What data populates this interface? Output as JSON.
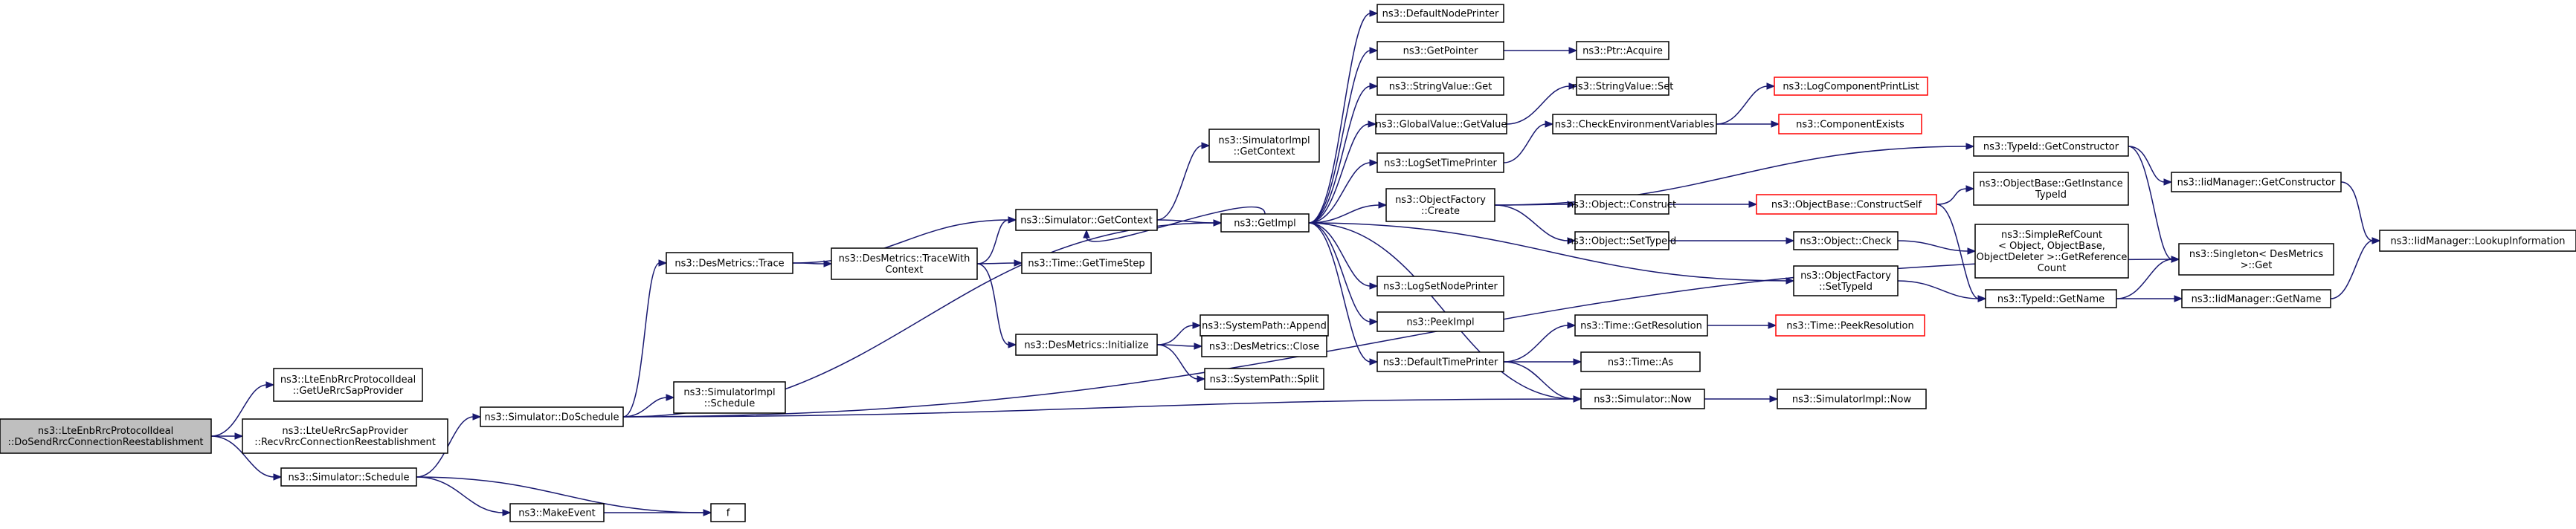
{
  "diagram": {
    "nodes": [
      {
        "id": "root",
        "lines": [
          "ns3::LteEnbRrcProtocolIdeal",
          "::DoSendRrcConnectionReestablishment"
        ],
        "style": "root"
      },
      {
        "id": "getUeRrcSap",
        "lines": [
          "ns3::LteEnbRrcProtocolIdeal",
          "::GetUeRrcSapProvider"
        ]
      },
      {
        "id": "recvRrc",
        "lines": [
          "ns3::LteUeRrcSapProvider",
          "::RecvRrcConnectionReestablishment"
        ]
      },
      {
        "id": "schedule",
        "lines": [
          "ns3::Simulator::Schedule"
        ]
      },
      {
        "id": "doSchedule",
        "lines": [
          "ns3::Simulator::DoSchedule"
        ]
      },
      {
        "id": "makeEvent",
        "lines": [
          "ns3::MakeEvent"
        ]
      },
      {
        "id": "f",
        "lines": [
          "f"
        ]
      },
      {
        "id": "trace",
        "lines": [
          "ns3::DesMetrics::Trace"
        ]
      },
      {
        "id": "simImplSchedule",
        "lines": [
          "ns3::SimulatorImpl",
          "::Schedule"
        ]
      },
      {
        "id": "traceWith",
        "lines": [
          "ns3::DesMetrics::TraceWith",
          "Context"
        ]
      },
      {
        "id": "simGetContext",
        "lines": [
          "ns3::Simulator::GetContext"
        ]
      },
      {
        "id": "timeGetTimeStep",
        "lines": [
          "ns3::Time::GetTimeStep"
        ]
      },
      {
        "id": "desInit",
        "lines": [
          "ns3::DesMetrics::Initialize"
        ]
      },
      {
        "id": "sysAppend",
        "lines": [
          "ns3::SystemPath::Append"
        ]
      },
      {
        "id": "desClose",
        "lines": [
          "ns3::DesMetrics::Close"
        ]
      },
      {
        "id": "sysSplit",
        "lines": [
          "ns3::SystemPath::Split"
        ]
      },
      {
        "id": "simImplGetContext",
        "lines": [
          "ns3::SimulatorImpl",
          "::GetContext"
        ]
      },
      {
        "id": "getImpl",
        "lines": [
          "ns3::GetImpl"
        ]
      },
      {
        "id": "defaultNodePrinter",
        "lines": [
          "ns3::DefaultNodePrinter"
        ]
      },
      {
        "id": "getPointer",
        "lines": [
          "ns3::GetPointer"
        ]
      },
      {
        "id": "ptrAcquire",
        "lines": [
          "ns3::Ptr::Acquire"
        ]
      },
      {
        "id": "stringValueGet",
        "lines": [
          "ns3::StringValue::Get"
        ]
      },
      {
        "id": "stringValueSet",
        "lines": [
          "ns3::StringValue::Set"
        ]
      },
      {
        "id": "logCompPrintList",
        "lines": [
          "ns3::LogComponentPrintList"
        ],
        "style": "red"
      },
      {
        "id": "globalValueGetValue",
        "lines": [
          "ns3::GlobalValue::GetValue"
        ]
      },
      {
        "id": "checkEnvVars",
        "lines": [
          "ns3::CheckEnvironmentVariables"
        ]
      },
      {
        "id": "componentExists",
        "lines": [
          "ns3::ComponentExists"
        ],
        "style": "red"
      },
      {
        "id": "logSetTimePrinter",
        "lines": [
          "ns3::LogSetTimePrinter"
        ]
      },
      {
        "id": "typeIdGetConstructor",
        "lines": [
          "ns3::TypeId::GetConstructor"
        ]
      },
      {
        "id": "iidGetConstructor",
        "lines": [
          "ns3::IidManager::GetConstructor"
        ]
      },
      {
        "id": "iidLookupInfo",
        "lines": [
          "ns3::IidManager::LookupInformation"
        ]
      },
      {
        "id": "objFactoryCreate",
        "lines": [
          "ns3::ObjectFactory",
          "::Create"
        ]
      },
      {
        "id": "objectConstruct",
        "lines": [
          "ns3::Object::Construct"
        ]
      },
      {
        "id": "objBaseConstructSelf",
        "lines": [
          "ns3::ObjectBase::ConstructSelf"
        ],
        "style": "red"
      },
      {
        "id": "objBaseGetInstanceTypeId",
        "lines": [
          "ns3::ObjectBase::GetInstance",
          "TypeId"
        ]
      },
      {
        "id": "objectSetTypeId",
        "lines": [
          "ns3::Object::SetTypeId"
        ]
      },
      {
        "id": "objectCheck",
        "lines": [
          "ns3::Object::Check"
        ]
      },
      {
        "id": "simpleRefCount",
        "lines": [
          "ns3::SimpleRefCount",
          "< Object, ObjectBase,",
          "ObjectDeleter >::GetReference",
          "Count"
        ]
      },
      {
        "id": "singletonGet",
        "lines": [
          "ns3::Singleton< DesMetrics",
          ">::Get"
        ]
      },
      {
        "id": "objFactorySetTypeId",
        "lines": [
          "ns3::ObjectFactory",
          "::SetTypeId"
        ]
      },
      {
        "id": "typeIdGetName",
        "lines": [
          "ns3::TypeId::GetName"
        ]
      },
      {
        "id": "iidGetName",
        "lines": [
          "ns3::IidManager::GetName"
        ]
      },
      {
        "id": "logSetNodePrinter",
        "lines": [
          "ns3::LogSetNodePrinter"
        ]
      },
      {
        "id": "peekImpl",
        "lines": [
          "ns3::PeekImpl"
        ]
      },
      {
        "id": "defaultTimePrinter",
        "lines": [
          "ns3::DefaultTimePrinter"
        ]
      },
      {
        "id": "timeGetResolution",
        "lines": [
          "ns3::Time::GetResolution"
        ]
      },
      {
        "id": "timePeekResolution",
        "lines": [
          "ns3::Time::PeekResolution"
        ],
        "style": "red"
      },
      {
        "id": "timeAs",
        "lines": [
          "ns3::Time::As"
        ]
      },
      {
        "id": "simNow",
        "lines": [
          "ns3::Simulator::Now"
        ]
      },
      {
        "id": "simImplNow",
        "lines": [
          "ns3::SimulatorImpl::Now"
        ]
      }
    ],
    "edges": [
      [
        "root",
        "getUeRrcSap"
      ],
      [
        "root",
        "recvRrc"
      ],
      [
        "root",
        "schedule"
      ],
      [
        "schedule",
        "doSchedule"
      ],
      [
        "schedule",
        "makeEvent"
      ],
      [
        "schedule",
        "f"
      ],
      [
        "makeEvent",
        "f"
      ],
      [
        "doSchedule",
        "trace"
      ],
      [
        "doSchedule",
        "simImplSchedule"
      ],
      [
        "doSchedule",
        "getImpl"
      ],
      [
        "doSchedule",
        "simNow"
      ],
      [
        "doSchedule",
        "singletonGet"
      ],
      [
        "trace",
        "simGetContext"
      ],
      [
        "trace",
        "traceWith"
      ],
      [
        "traceWith",
        "simGetContext"
      ],
      [
        "traceWith",
        "timeGetTimeStep"
      ],
      [
        "traceWith",
        "desInit"
      ],
      [
        "desInit",
        "sysAppend"
      ],
      [
        "desInit",
        "desClose"
      ],
      [
        "desInit",
        "sysSplit"
      ],
      [
        "simGetContext",
        "simImplGetContext"
      ],
      [
        "simGetContext",
        "getImpl"
      ],
      [
        "getImpl",
        "simGetContext"
      ],
      [
        "getImpl",
        "defaultNodePrinter"
      ],
      [
        "getImpl",
        "getPointer"
      ],
      [
        "getImpl",
        "stringValueGet"
      ],
      [
        "getImpl",
        "globalValueGetValue"
      ],
      [
        "getImpl",
        "logSetTimePrinter"
      ],
      [
        "getImpl",
        "objFactoryCreate"
      ],
      [
        "getImpl",
        "objFactorySetTypeId"
      ],
      [
        "getImpl",
        "logSetNodePrinter"
      ],
      [
        "getImpl",
        "peekImpl"
      ],
      [
        "getImpl",
        "defaultTimePrinter"
      ],
      [
        "getImpl",
        "simNow"
      ],
      [
        "getPointer",
        "ptrAcquire"
      ],
      [
        "globalValueGetValue",
        "stringValueSet"
      ],
      [
        "logSetTimePrinter",
        "checkEnvVars"
      ],
      [
        "checkEnvVars",
        "logCompPrintList"
      ],
      [
        "checkEnvVars",
        "componentExists"
      ],
      [
        "objFactoryCreate",
        "typeIdGetConstructor"
      ],
      [
        "objFactoryCreate",
        "objectConstruct"
      ],
      [
        "objFactoryCreate",
        "objectSetTypeId"
      ],
      [
        "objectConstruct",
        "objBaseConstructSelf"
      ],
      [
        "objBaseConstructSelf",
        "objBaseGetInstanceTypeId"
      ],
      [
        "objBaseConstructSelf",
        "typeIdGetName"
      ],
      [
        "objectSetTypeId",
        "objectCheck"
      ],
      [
        "objectCheck",
        "simpleRefCount"
      ],
      [
        "typeIdGetConstructor",
        "iidGetConstructor"
      ],
      [
        "typeIdGetConstructor",
        "singletonGet"
      ],
      [
        "iidGetConstructor",
        "iidLookupInfo"
      ],
      [
        "objFactorySetTypeId",
        "typeIdGetName"
      ],
      [
        "typeIdGetName",
        "singletonGet"
      ],
      [
        "typeIdGetName",
        "iidGetName"
      ],
      [
        "iidGetName",
        "iidLookupInfo"
      ],
      [
        "defaultTimePrinter",
        "timeGetResolution"
      ],
      [
        "defaultTimePrinter",
        "timeAs"
      ],
      [
        "defaultTimePrinter",
        "simNow"
      ],
      [
        "timeGetResolution",
        "timePeekResolution"
      ],
      [
        "simNow",
        "simImplNow"
      ]
    ]
  }
}
